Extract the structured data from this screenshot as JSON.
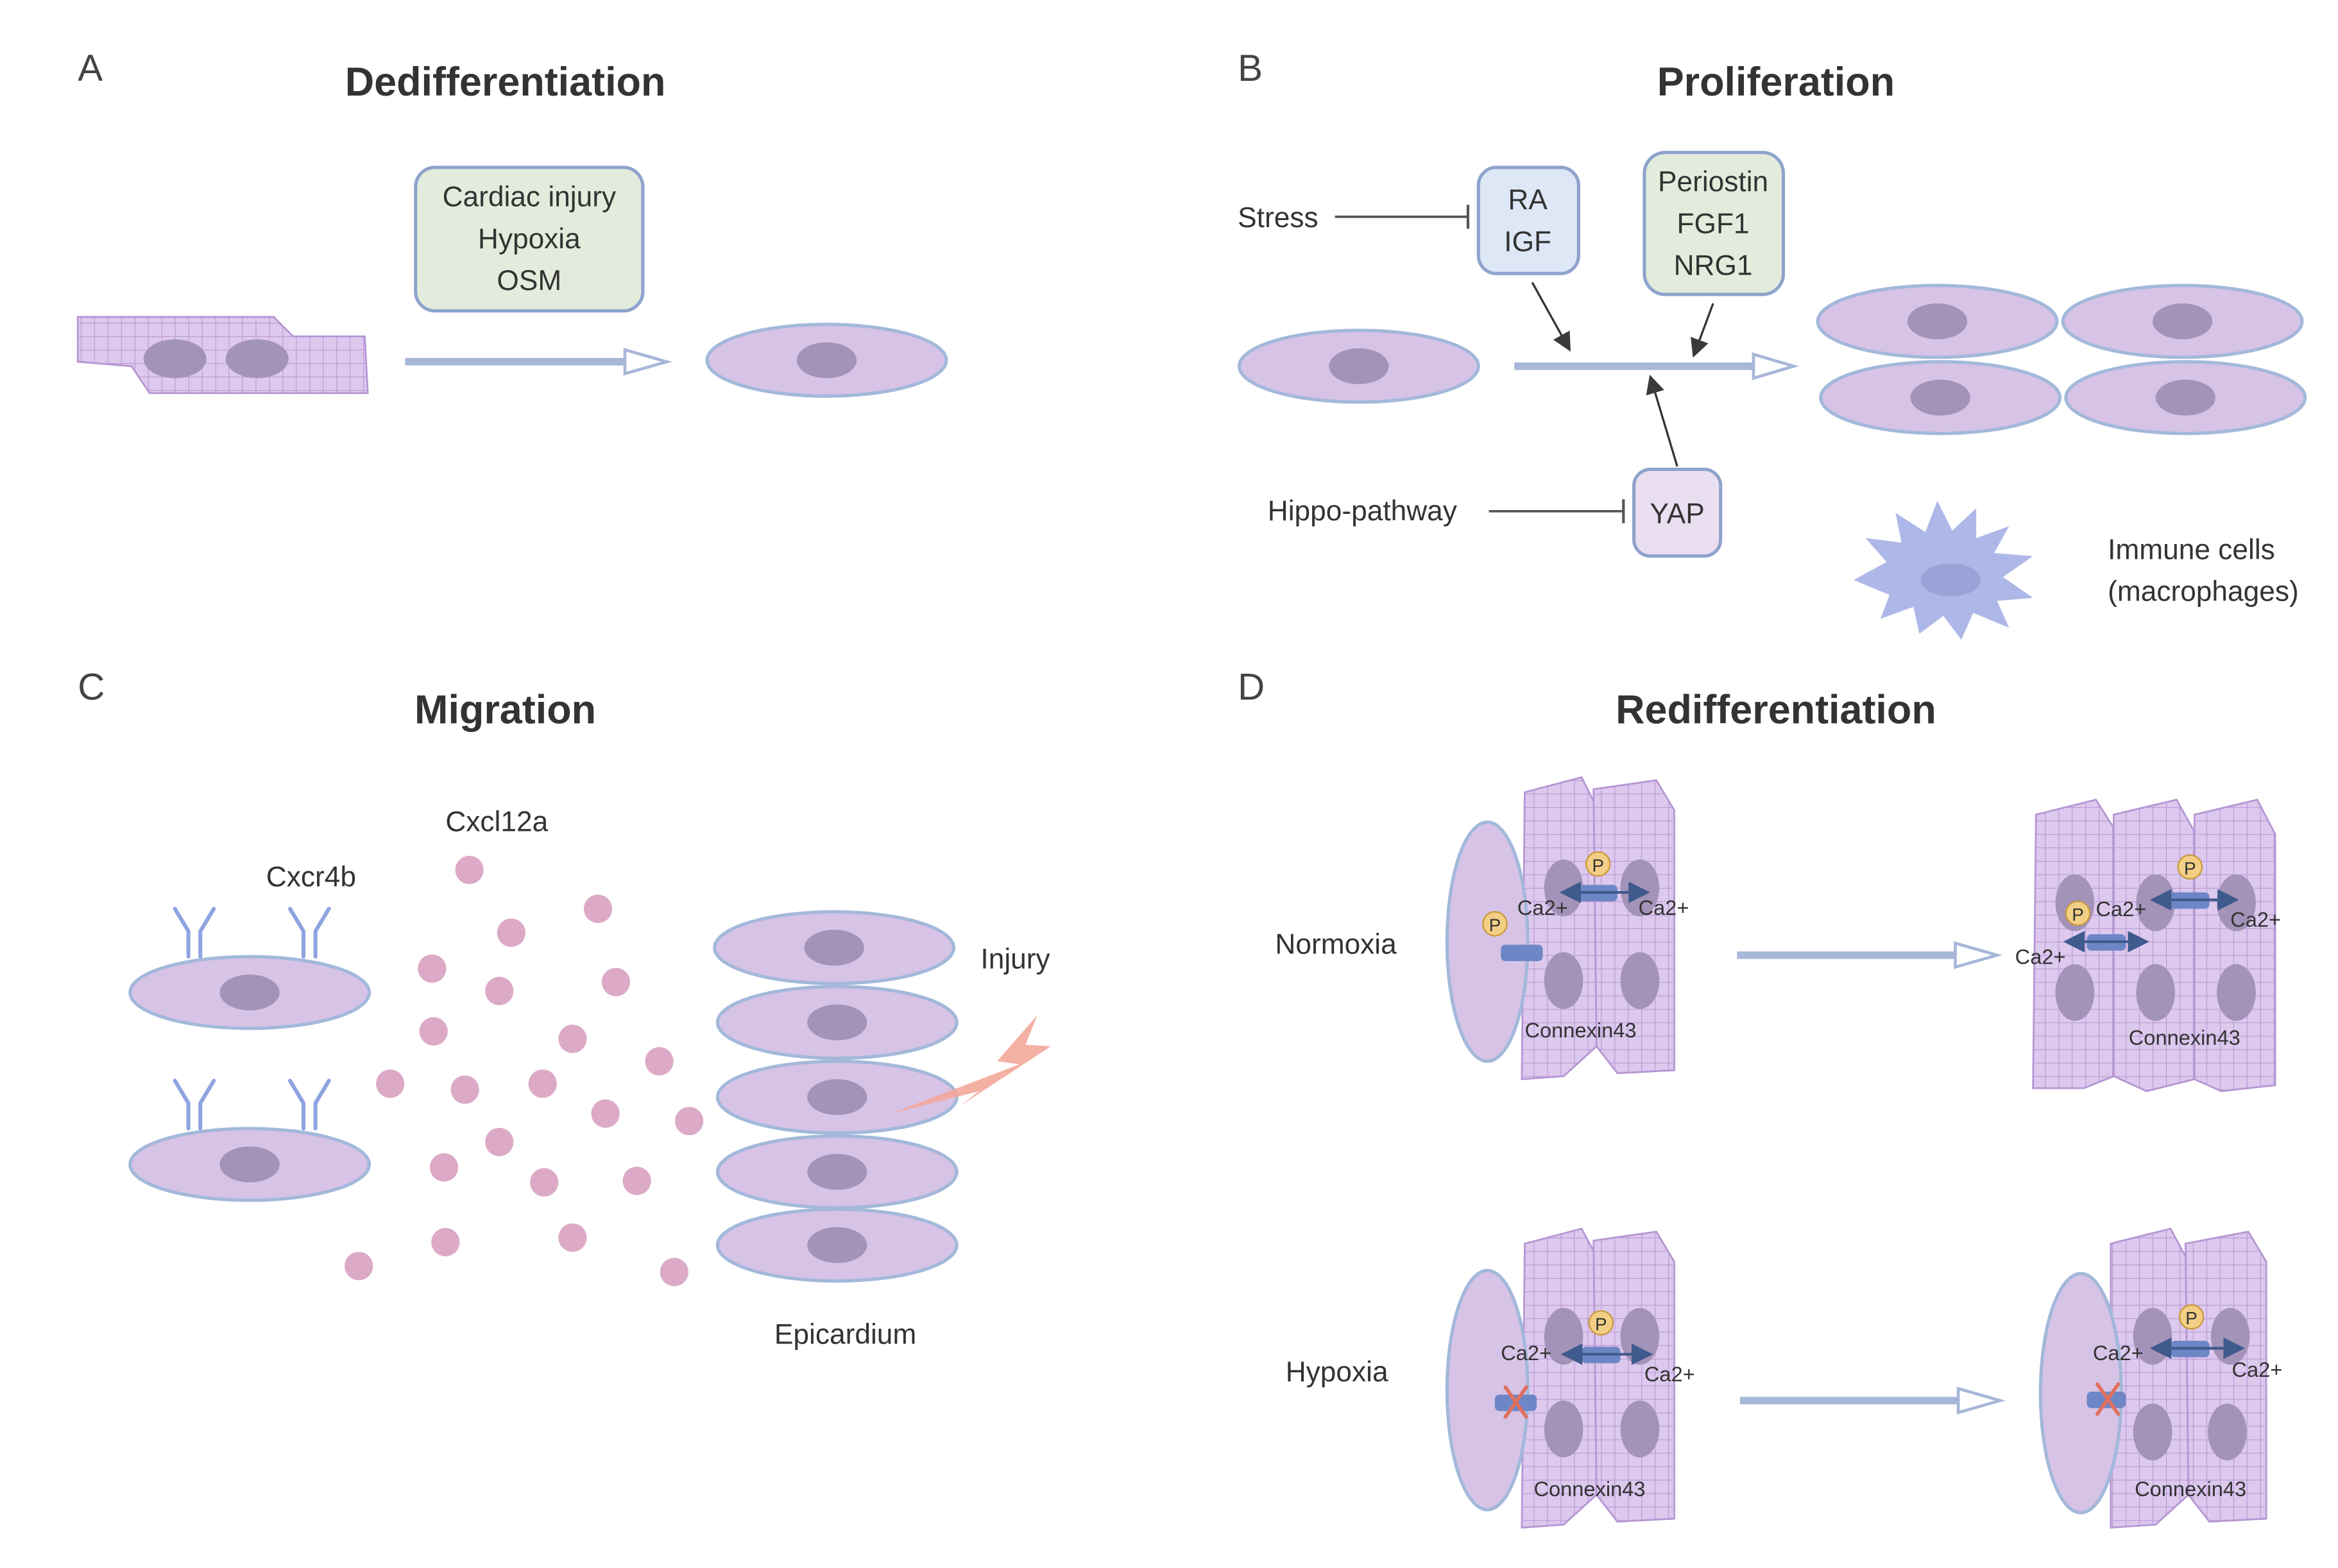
{
  "panels": {
    "a": {
      "letter": "A",
      "title": "Dedifferentiation",
      "stimuli": [
        "Cardiac injury",
        "Hypoxia",
        "OSM"
      ]
    },
    "b": {
      "letter": "B",
      "title": "Proliferation",
      "stress_label": "Stress",
      "ra_igf": [
        "RA",
        "IGF"
      ],
      "growth_factors": [
        "Periostin",
        "FGF1",
        "NRG1"
      ],
      "hippo_label": "Hippo-pathway",
      "yap_label": "YAP",
      "immune_label": [
        "Immune cells",
        "(macrophages)"
      ]
    },
    "c": {
      "letter": "C",
      "title": "Migration",
      "receptor_label": "Cxcr4b",
      "chemokine_label": "Cxcl12a",
      "injury_label": "Injury",
      "epicardium_label": "Epicardium"
    },
    "d": {
      "letter": "D",
      "title": "Redifferentiation",
      "normoxia_label": "Normoxia",
      "hypoxia_label": "Hypoxia",
      "calcium_label": "Ca2+",
      "phospho_label": "P",
      "connexin_label": "Connexin43"
    }
  },
  "colors": {
    "cell_fill": "#d7c3e6",
    "cell_stroke": "#a3b8da",
    "nucleus": "#a393b8",
    "grid_fill": "#ddc8ee",
    "grid_line": "#b596d3",
    "arrow": "#a7b7d8",
    "box_green": "#e3ecdc",
    "box_blue": "#dde7f5",
    "box_purple": "#eadff0",
    "box_stroke": "#8ea3cc",
    "dots": "#dcaac6",
    "injury": "#f4a79a",
    "macrophage": "#aeb8e8",
    "phospho": "#f3cf86",
    "channel": "#6d86c6",
    "block_x": "#e0705e"
  }
}
